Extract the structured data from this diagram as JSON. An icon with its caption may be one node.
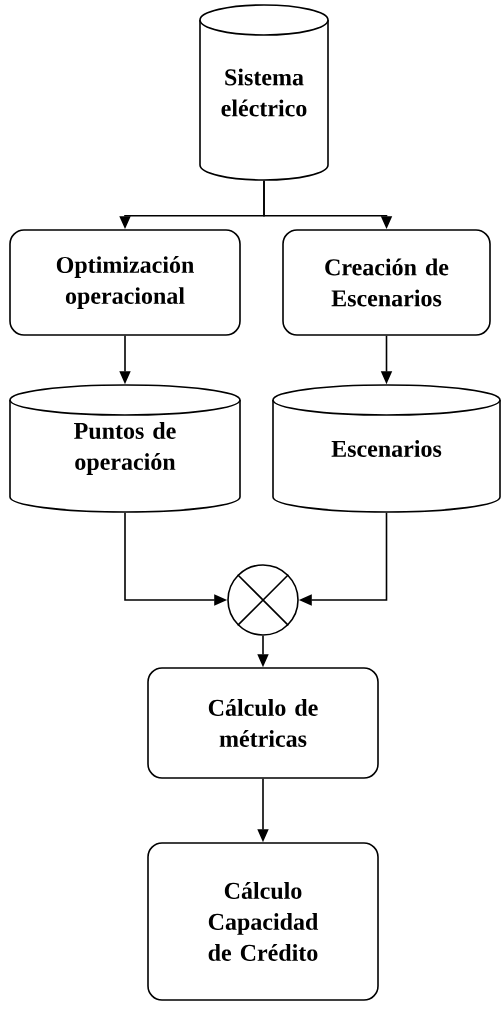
{
  "diagram": {
    "nodes": [
      {
        "text": [
          "Sistema eléctrico"
        ]
      },
      {
        "text": [
          "Optimización operacional"
        ]
      },
      {
        "text": [
          "Creación de Escenarios"
        ]
      },
      {
        "text": [
          "Puntos de operación"
        ]
      },
      {
        "text": [
          "Escenarios"
        ]
      },
      {
        "text": [],
        "shape": "circle"
      },
      {
        "text": [
          "Cálculo de métricas"
        ]
      },
      {
        "text": [
          "Cálculo Capacidad de Crédito"
        ]
      }
    ],
    "edges": [
      {
        "from": 0,
        "to": 1,
        "arrow": "to"
      },
      {
        "from": 0,
        "to": 2,
        "arrow": "to"
      },
      {
        "from": 1,
        "to": 3,
        "arrow": "to"
      },
      {
        "from": 2,
        "to": 4,
        "arrow": "to"
      },
      {
        "from": 3,
        "to": 5,
        "arrow": "to"
      },
      {
        "from": 4,
        "to": 5,
        "arrow": "to"
      },
      {
        "from": 5,
        "to": 6,
        "arrow": "to"
      },
      {
        "from": 6,
        "to": 7,
        "arrow": "to"
      }
    ]
  }
}
